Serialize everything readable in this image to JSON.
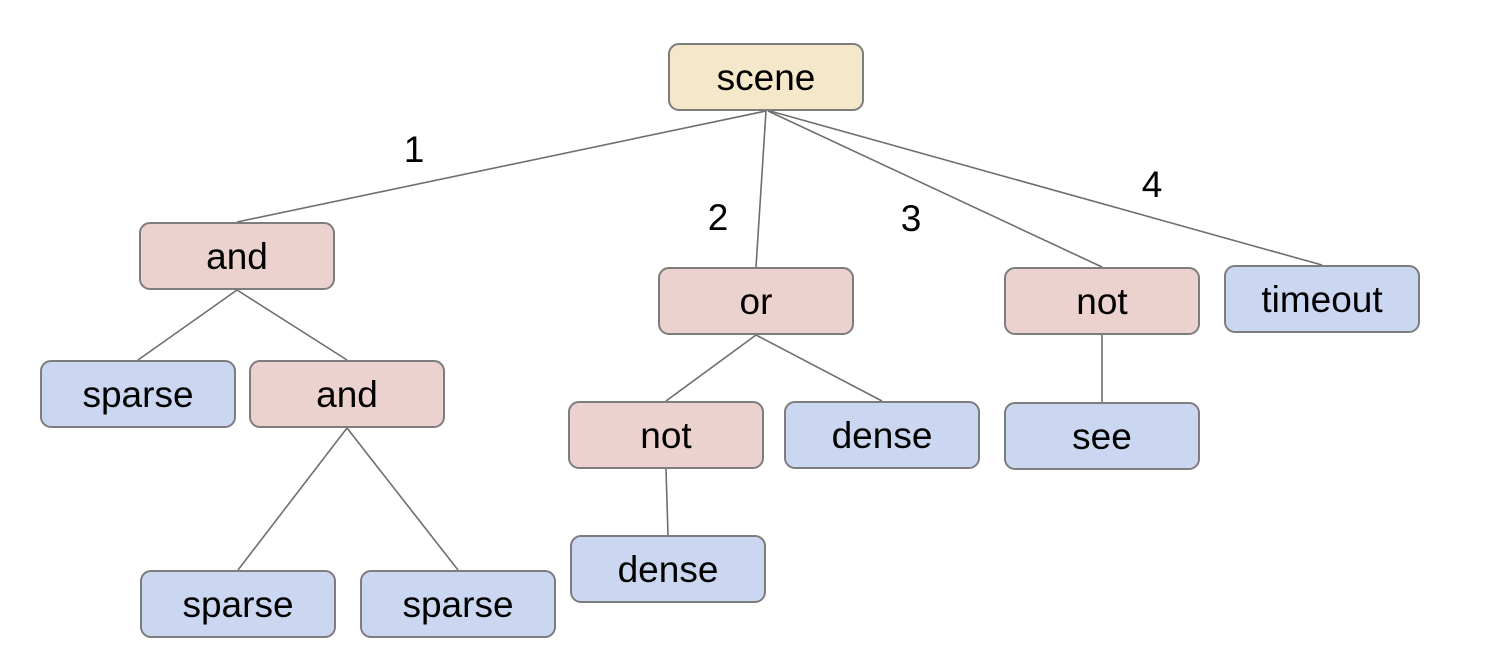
{
  "figure": {
    "type": "tree-diagram",
    "background": "#ffffff"
  },
  "palette": {
    "root_fill": "#f5e7c9",
    "operator_fill": "#ecd2cf",
    "leaf_fill": "#cbd7f0",
    "node_border": "#7d7d7d",
    "edge_line": "#6e6e6e",
    "text": "#000000"
  },
  "tree": {
    "root": "scene",
    "nodes": [
      {
        "id": "scene",
        "label": "scene",
        "kind": "root",
        "parent": null
      },
      {
        "id": "and1",
        "label": "and",
        "kind": "operator",
        "parent": "scene",
        "branch": "1"
      },
      {
        "id": "sparse1",
        "label": "sparse",
        "kind": "leaf",
        "parent": "and1"
      },
      {
        "id": "and2",
        "label": "and",
        "kind": "operator",
        "parent": "and1"
      },
      {
        "id": "sparse2",
        "label": "sparse",
        "kind": "leaf",
        "parent": "and2"
      },
      {
        "id": "sparse3",
        "label": "sparse",
        "kind": "leaf",
        "parent": "and2"
      },
      {
        "id": "or1",
        "label": "or",
        "kind": "operator",
        "parent": "scene",
        "branch": "2"
      },
      {
        "id": "not1",
        "label": "not",
        "kind": "operator",
        "parent": "or1"
      },
      {
        "id": "dense1",
        "label": "dense",
        "kind": "leaf",
        "parent": "or1"
      },
      {
        "id": "dense2",
        "label": "dense",
        "kind": "leaf",
        "parent": "not1"
      },
      {
        "id": "not2",
        "label": "not",
        "kind": "operator",
        "parent": "scene",
        "branch": "3"
      },
      {
        "id": "see1",
        "label": "see",
        "kind": "leaf",
        "parent": "not2"
      },
      {
        "id": "timeout1",
        "label": "timeout",
        "kind": "leaf",
        "parent": "scene",
        "branch": "4"
      }
    ],
    "edge_labels": [
      "1",
      "2",
      "3",
      "4"
    ]
  }
}
